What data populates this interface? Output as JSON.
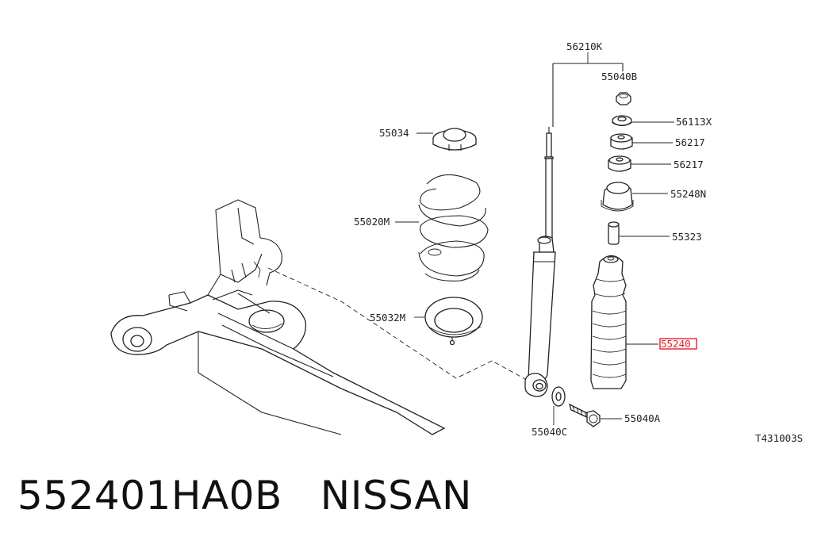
{
  "diagram": {
    "labels": {
      "p56210K": "56210K",
      "p55040B": "55040B",
      "p56113X": "56113X",
      "p56217a": "56217",
      "p56217b": "56217",
      "p55248N": "55248N",
      "p55323": "55323",
      "p55240": "55240",
      "p55034": "55034",
      "p55020M": "55020M",
      "p55032M": "55032M",
      "p55040C": "55040C",
      "p55040A": "55040A",
      "ref": "T431003S"
    },
    "highlight_color": "#e8202a"
  },
  "caption": {
    "part_number": "552401HA0B",
    "brand": "NISSAN"
  }
}
